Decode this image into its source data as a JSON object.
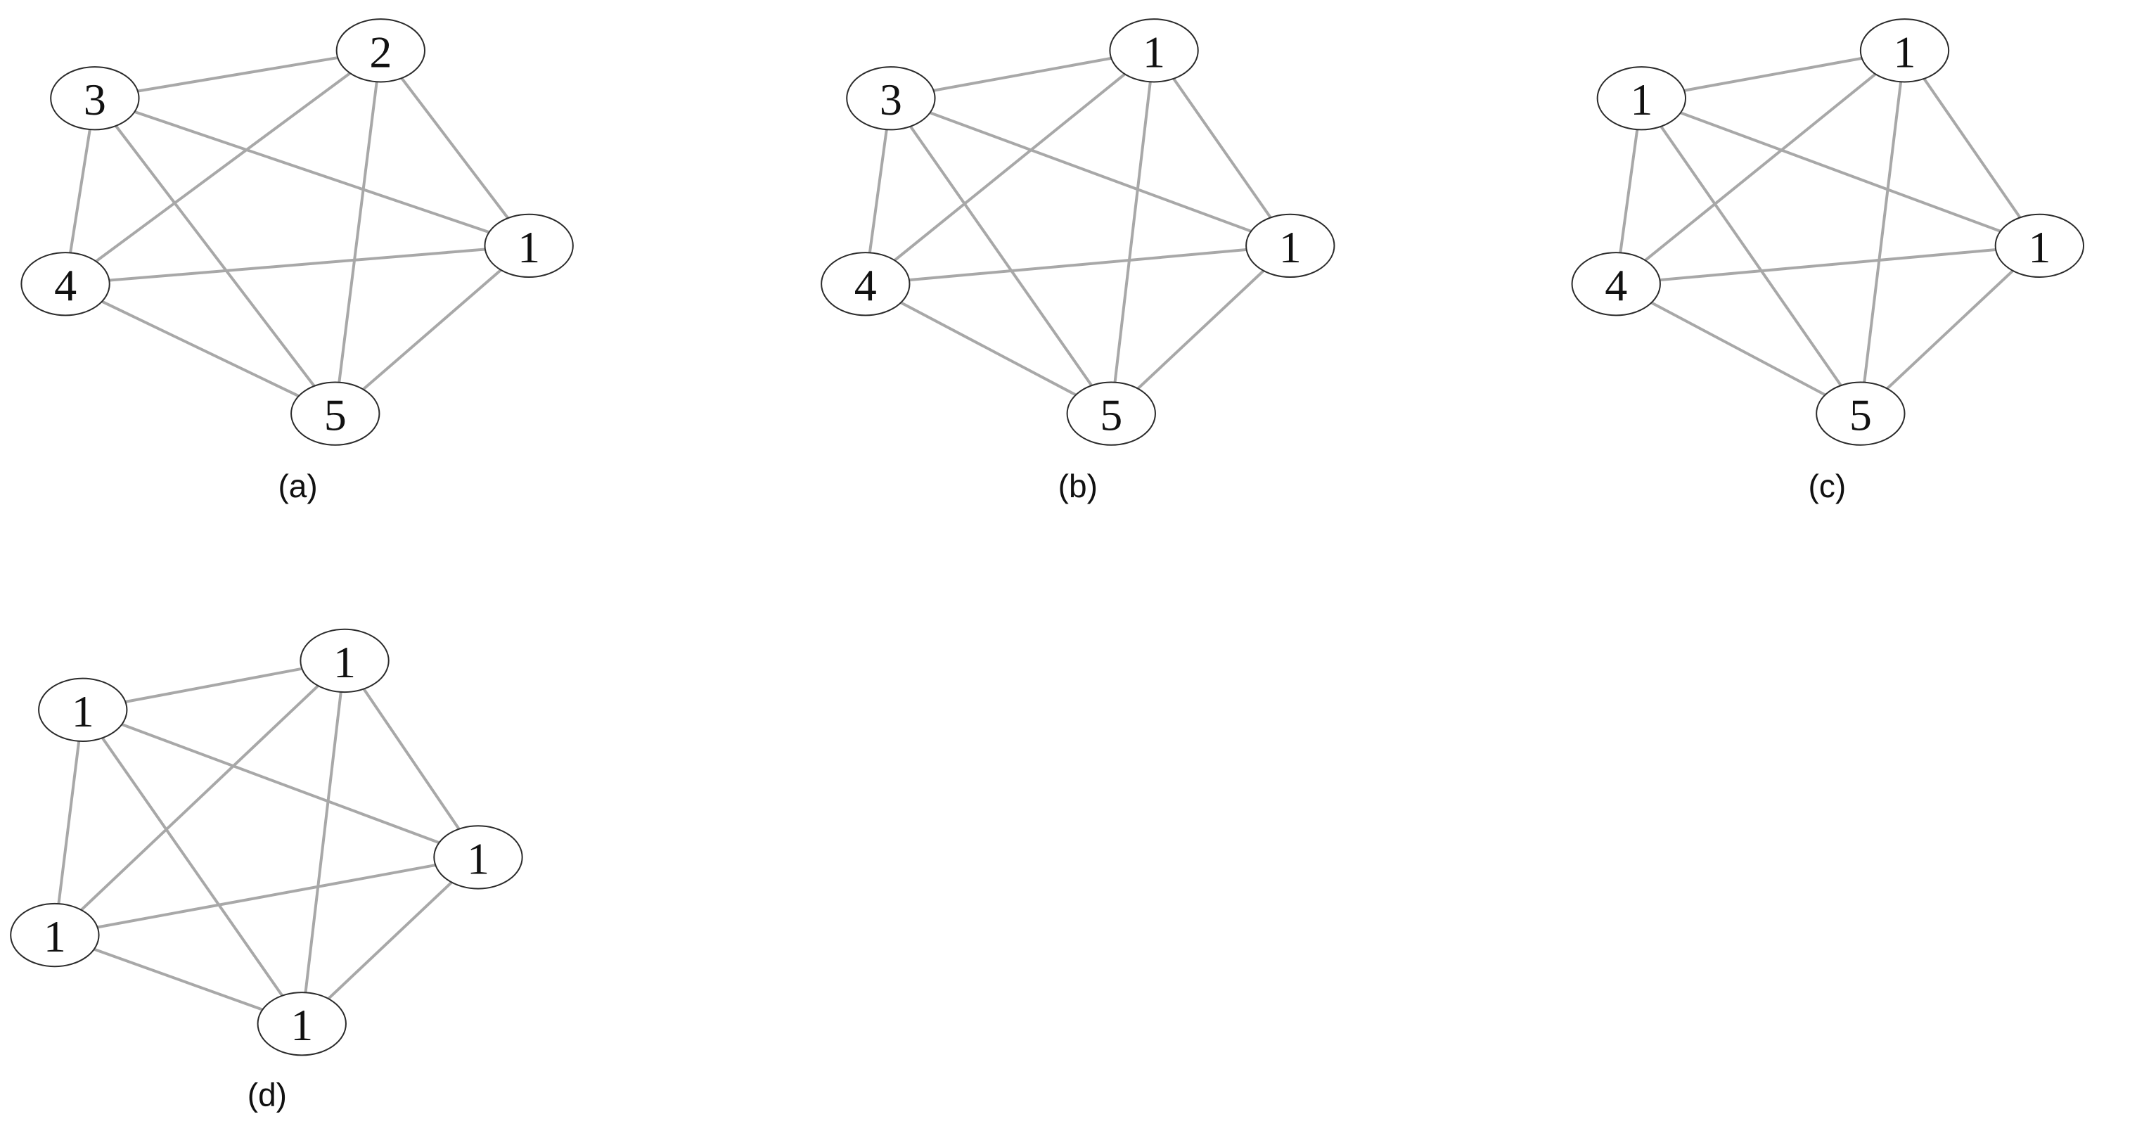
{
  "colors": {
    "edge": "#a8a8a8",
    "node_border": "#2b2b2b",
    "node_fill": "#ffffff",
    "text": "#111111",
    "background": "#ffffff"
  },
  "graphs": [
    {
      "id": "a",
      "caption": "(a)",
      "nodes": [
        "2",
        "3",
        "1",
        "4",
        "5"
      ],
      "edges": [
        [
          0,
          1
        ],
        [
          0,
          2
        ],
        [
          0,
          3
        ],
        [
          0,
          4
        ],
        [
          1,
          2
        ],
        [
          1,
          3
        ],
        [
          1,
          4
        ],
        [
          2,
          3
        ],
        [
          2,
          4
        ],
        [
          3,
          4
        ]
      ]
    },
    {
      "id": "b",
      "caption": "(b)",
      "nodes": [
        "1",
        "3",
        "1",
        "4",
        "5"
      ],
      "edges": [
        [
          0,
          1
        ],
        [
          0,
          2
        ],
        [
          0,
          3
        ],
        [
          0,
          4
        ],
        [
          1,
          2
        ],
        [
          1,
          3
        ],
        [
          1,
          4
        ],
        [
          2,
          3
        ],
        [
          2,
          4
        ],
        [
          3,
          4
        ]
      ]
    },
    {
      "id": "c",
      "caption": "(c)",
      "nodes": [
        "1",
        "1",
        "1",
        "4",
        "5"
      ],
      "edges": [
        [
          0,
          1
        ],
        [
          0,
          2
        ],
        [
          0,
          3
        ],
        [
          0,
          4
        ],
        [
          1,
          2
        ],
        [
          1,
          3
        ],
        [
          1,
          4
        ],
        [
          2,
          3
        ],
        [
          2,
          4
        ],
        [
          3,
          4
        ]
      ]
    },
    {
      "id": "d",
      "caption": "(d)",
      "nodes": [
        "1",
        "1",
        "1",
        "1",
        "1"
      ],
      "edges": [
        [
          0,
          1
        ],
        [
          0,
          2
        ],
        [
          0,
          3
        ],
        [
          0,
          4
        ],
        [
          1,
          2
        ],
        [
          1,
          3
        ],
        [
          1,
          4
        ],
        [
          2,
          3
        ],
        [
          2,
          4
        ],
        [
          3,
          4
        ]
      ]
    }
  ]
}
